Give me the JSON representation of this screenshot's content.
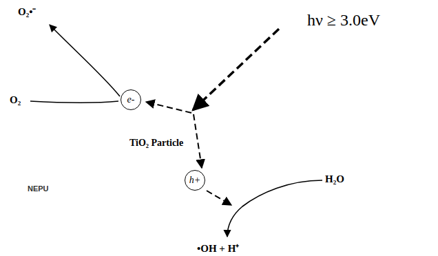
{
  "diagram": {
    "nodes": [
      {
        "text": [
          "TiO₂ Particle"
        ]
      },
      {
        "text": [
          "e-"
        ],
        "in": 0
      },
      {
        "text": [
          "h+"
        ],
        "in": 0
      }
    ],
    "labels": [
      "hν ≥ 3.0eV",
      "O₂•⁻",
      "O₂",
      "H₂O",
      "NEPU",
      "•OH + H⁺"
    ]
  }
}
